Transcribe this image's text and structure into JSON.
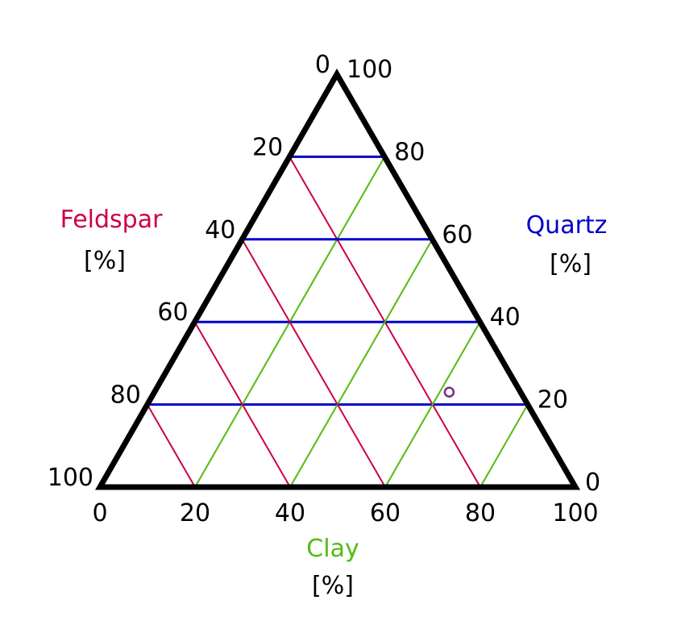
{
  "chart_data": {
    "type": "ternary",
    "axes": {
      "feldspar": {
        "label": "Feldspar",
        "unit": "[%]",
        "color": "#cc0044"
      },
      "quartz": {
        "label": "Quartz",
        "unit": "[%]",
        "color": "#0000cc"
      },
      "clay": {
        "label": "Clay",
        "unit": "[%]",
        "color": "#55bb11"
      }
    },
    "ticks": [
      0,
      20,
      40,
      60,
      80,
      100
    ],
    "grid_step": 20,
    "grid": true,
    "frame_color": "#000000",
    "points": [
      {
        "quartz": 23,
        "clay": 62,
        "feldspar": 15,
        "color": "#7a2a8a"
      }
    ]
  }
}
